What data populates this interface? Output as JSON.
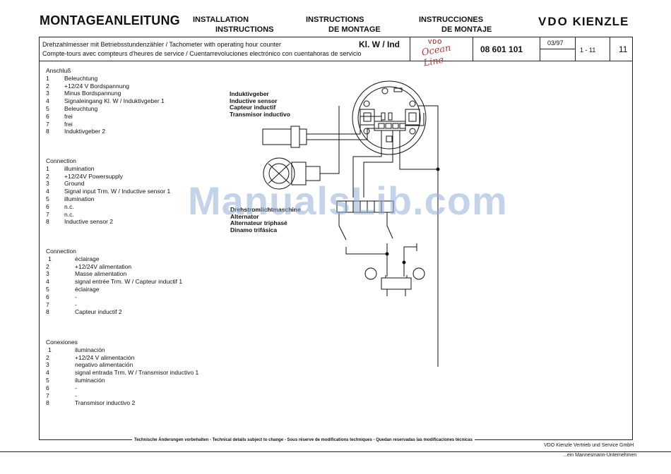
{
  "header": {
    "main_title": "MONTAGEANLEITUNG",
    "installation": "INSTALLATION",
    "installation_2": "INSTRUCTIONS",
    "instr_fr": "INSTRUCTIONS",
    "instr_fr_2": "DE MONTAGE",
    "instr_es": "INSTRUCCIONES",
    "instr_es_2": "DE MONTAJE",
    "brand_vdo": "VDO",
    "brand_kienzle": "KIENZLE"
  },
  "title_bar": {
    "line_en": "Drehzahlmesser mit Betriebsstundenzähler / Tachometer with operating hour counter",
    "line_fr": "Compte-tours avec compteurs d'heures de service / Cuentarrevoluciones electrónico con cuentahoras de servicio",
    "kl": "Kl. W / Ind",
    "ocean_vdo": "VDO",
    "ocean_line": "Ocean Line",
    "part_number": "08 601 101",
    "date": "03/97",
    "page_range": "1 - 11",
    "page_number": "11"
  },
  "sections": [
    {
      "heading": "Anschluß",
      "items": [
        {
          "n": "1",
          "t": "Beleuchtung"
        },
        {
          "n": "2",
          "t": "+12/24 V Bordspannung"
        },
        {
          "n": "3",
          "t": "Minus Bordspannung"
        },
        {
          "n": "4",
          "t": "Signaleingang Kl. W / Induktivgeber 1"
        },
        {
          "n": "5",
          "t": "Beleuchtung"
        },
        {
          "n": "6",
          "t": "frei"
        },
        {
          "n": "7",
          "t": "frei"
        },
        {
          "n": "8",
          "t": "Induktivgeber 2"
        }
      ]
    },
    {
      "heading": "Connection",
      "items": [
        {
          "n": "1",
          "t": "illumination"
        },
        {
          "n": "2",
          "t": "+12/24V Powersupply"
        },
        {
          "n": "3",
          "t": "Ground"
        },
        {
          "n": "4",
          "t": "Signal input Trm. W / Inductive sensor 1"
        },
        {
          "n": "5",
          "t": "illumination"
        },
        {
          "n": "6",
          "t": "n.c."
        },
        {
          "n": "7",
          "t": "n.c."
        },
        {
          "n": "8",
          "t": "Inductive sensor 2"
        }
      ]
    },
    {
      "heading": "Connection",
      "items": [
        {
          "n": "1",
          "t": "éclairage"
        },
        {
          "n": "2",
          "t": "+12/24V alimentation"
        },
        {
          "n": "3",
          "t": "Masse alimentation"
        },
        {
          "n": "4",
          "t": "signal entrée Trm. W / Capteur inductif 1"
        },
        {
          "n": "5",
          "t": "éclairage"
        },
        {
          "n": "6",
          "t": "-"
        },
        {
          "n": "7",
          "t": "-"
        },
        {
          "n": "8",
          "t": "Capteur inductif 2"
        }
      ]
    },
    {
      "heading": "Conexiones",
      "items": [
        {
          "n": "1",
          "t": "iluminación"
        },
        {
          "n": "2",
          "t": "+12/24 V alimentación"
        },
        {
          "n": "3",
          "t": "negativo alimentación"
        },
        {
          "n": "4",
          "t": "signal entrada Trm. W / Transmisor inductivo 1"
        },
        {
          "n": "5",
          "t": "iluminación"
        },
        {
          "n": "6",
          "t": "-"
        },
        {
          "n": "7",
          "t": "-"
        },
        {
          "n": "8",
          "t": "Transmisor inductivo 2"
        }
      ]
    }
  ],
  "diagram": {
    "sensor_label": [
      "Induktivgeber",
      "Inductive sensor",
      "Capteur inductif",
      "Transmisor inductivo"
    ],
    "alternator_label": [
      "Drehstromlichtmaschine",
      "Alternator",
      "Alternateur triphasé",
      "Dinamo trifásica"
    ]
  },
  "watermark": "ManualsLib.com",
  "footer": {
    "notice": "Technische Änderungen vorbehalten  -  Technical details subject to change  -  Sous réserve de modifications techniques  -  Quedan reservadas las modificaciones técnicas",
    "company": "VDO Kienzle Vertrieb und Service GmbH",
    "mannesmann": "...ein Mannesmann-Unternehmen"
  }
}
